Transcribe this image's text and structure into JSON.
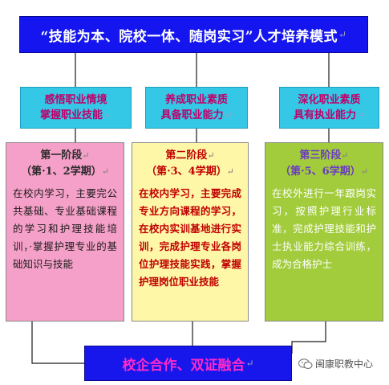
{
  "title": "“技能为本、院校一体、随岗实习”人才培养模式",
  "para_mark": "↵",
  "goals": [
    {
      "line1": "感悟职业情境",
      "line2": "掌握职业技能"
    },
    {
      "line1": "养成职业素质",
      "line2": "具备职业能力"
    },
    {
      "line1": "深化职业素质",
      "line2": "具有执业能力"
    }
  ],
  "stages": [
    {
      "name": "第一阶段",
      "term": "（第·1、2学期）",
      "body": "在校内学习，主要完公共基础、专业基础课程的学习和护理技能培训，·掌握护理专业的基础知识与技能"
    },
    {
      "name": "第二阶段",
      "term": "（第·3、4学期）",
      "body": "在校内学习，主要完成专业方向课程的学习，在校内实训基地进行实训，完成护理专业各岗位护理技能实践，掌握护理岗位职业技能"
    },
    {
      "name": "第三阶段",
      "term": "（第·5、6学期）",
      "body": "在校外进行一年跟岗实习，按照护理行业标准，完成护理技能和护士执业能力综合训练，成为合格护士"
    }
  ],
  "bottom": "校企合作、双证融合",
  "watermark": "闽康职教中心",
  "colors": {
    "title_bg": "#1515f0",
    "goal_bg": "#34c7e6",
    "goal_text": "#c0006a",
    "stage1_bg": "#f5a0c8",
    "stage2_bg": "#fff7a8",
    "stage3_bg": "#a2cc3c",
    "bottom_bg": "#1717ec",
    "bottom_text": "#ff2ac8"
  }
}
